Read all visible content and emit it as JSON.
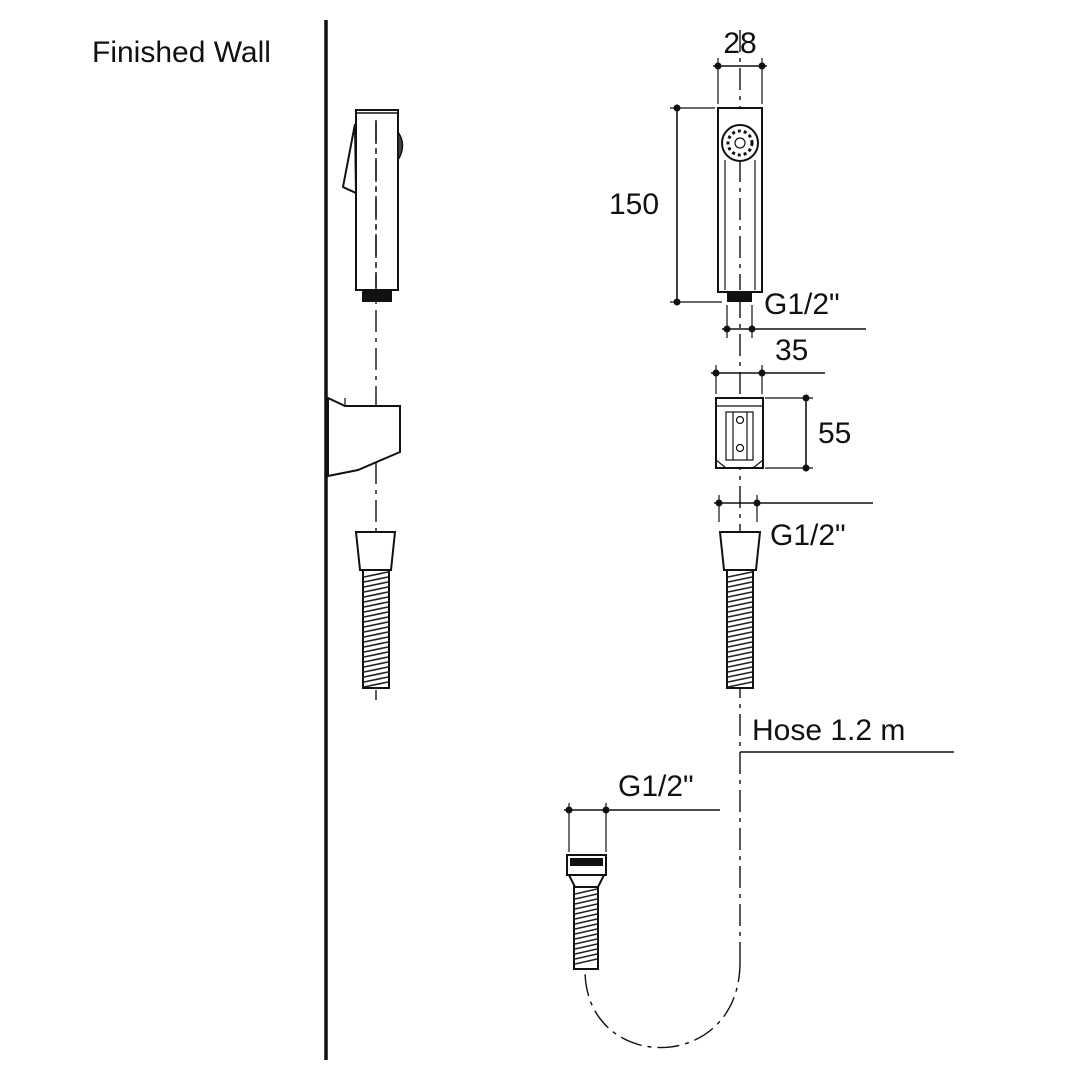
{
  "labels": {
    "wall": "Finished Wall",
    "width_head": "28",
    "height_head": "150",
    "thread_head": "G1/2\"",
    "width_holder": "35",
    "height_holder": "55",
    "thread_holder": "G1/2\"",
    "hose": "Hose 1.2 m",
    "thread_hose_end": "G1/2\""
  },
  "colors": {
    "line": "#111111",
    "background": "#ffffff"
  }
}
